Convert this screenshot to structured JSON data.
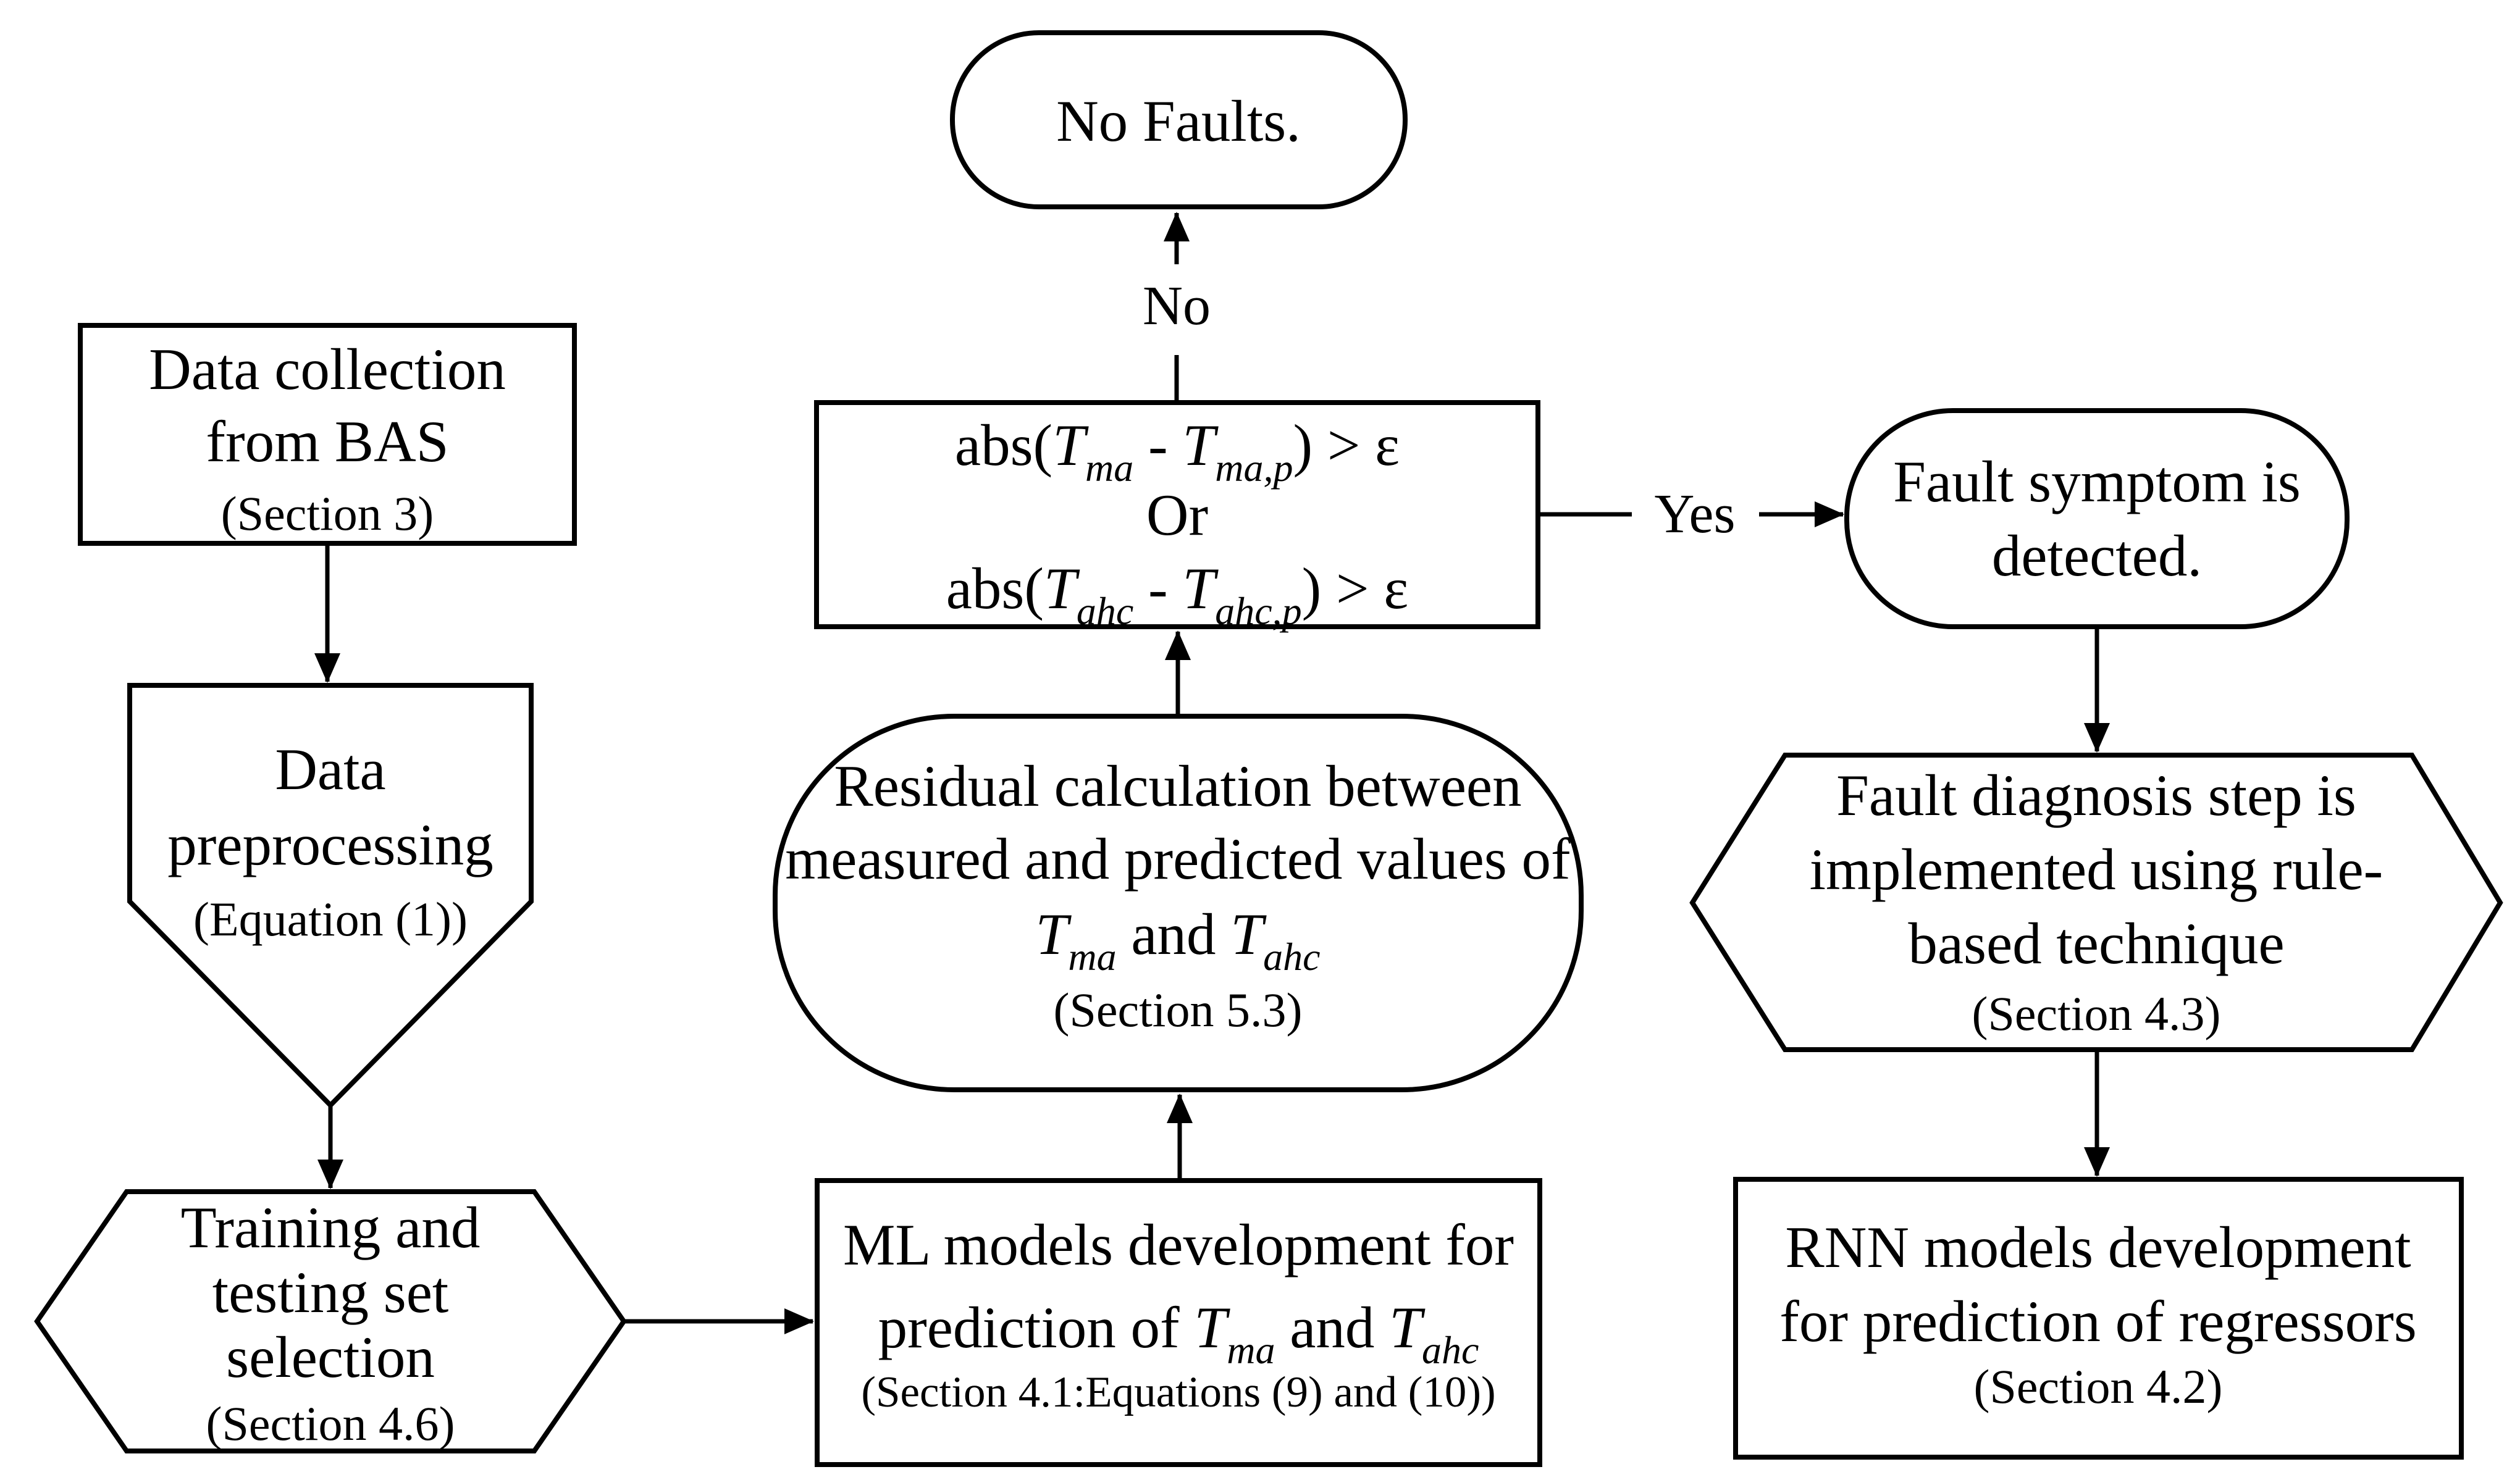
{
  "figure": {
    "background_color": "#ffffff",
    "line_color": "#000000",
    "type": "flowchart"
  },
  "nodes": {
    "no_faults": {
      "shape": "terminator",
      "lines": [
        "No Faults."
      ]
    },
    "data_collection": {
      "shape": "process",
      "lines": [
        "Data collection",
        "from BAS",
        "(Section 3)"
      ]
    },
    "data_preprocessing": {
      "shape": "pentagon-down",
      "lines": [
        "Data",
        "preprocessing",
        "(Equation (1))"
      ]
    },
    "training_testing": {
      "shape": "hexagon",
      "lines": [
        "Training and",
        "testing set",
        "selection",
        "(Section 4.6)"
      ]
    },
    "decision": {
      "shape": "process",
      "f1": {
        "pre": "abs(",
        "v1": "T",
        "s1": "ma",
        "mid": " - ",
        "v2": "T",
        "s2": "ma,p",
        "post": ") > ε"
      },
      "or": "Or",
      "f2": {
        "pre": "abs(",
        "v1": "T",
        "s1": "ahc",
        "mid": " - ",
        "v2": "T",
        "s2": "ahc,p",
        "post": ") > ε"
      }
    },
    "residual": {
      "shape": "terminator",
      "lines": [
        "Residual calculation between",
        "measured and predicted values of"
      ],
      "f": {
        "v1": "T",
        "s1": "ma",
        "mid": " and ",
        "v2": "T",
        "s2": "ahc"
      },
      "section": "(Section 5.3)"
    },
    "ml_models": {
      "shape": "process",
      "line1": "ML models development for",
      "f": {
        "pre": "prediction of ",
        "v1": "T",
        "s1": "ma",
        "mid": " and ",
        "v2": "T",
        "s2": "ahc"
      },
      "section": "(Section 4.1:Equations (9) and (10))"
    },
    "fault_symptom": {
      "shape": "terminator",
      "lines": [
        "Fault symptom is",
        "detected."
      ]
    },
    "fault_diagnosis": {
      "shape": "hexagon",
      "lines": [
        "Fault diagnosis step is",
        "implemented using rule-",
        "based technique",
        "(Section 4.3)"
      ]
    },
    "rnn_models": {
      "shape": "process",
      "lines": [
        "RNN models development",
        "for prediction of regressors",
        "(Section 4.2)"
      ]
    }
  },
  "edges": {
    "no_label": "No",
    "yes_label": "Yes"
  }
}
